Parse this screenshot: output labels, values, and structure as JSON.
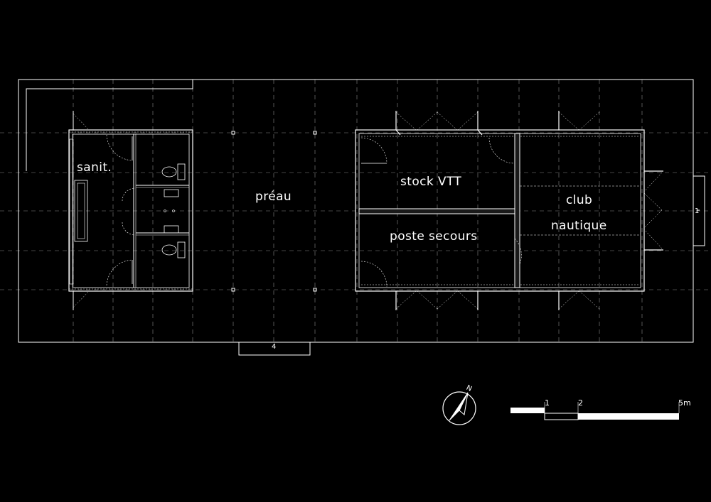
{
  "rooms": {
    "sanitaires": "sanit.",
    "preau": "préau",
    "stock": "stock VTT",
    "poste": "poste secours",
    "club_line1": "club",
    "club_line2": "nautique"
  },
  "north_label": "N",
  "markers": {
    "bottom": "4",
    "right": "1"
  },
  "scale_bar": {
    "tick_1": "1",
    "tick_2": "2",
    "tick_end": "5m"
  },
  "colors": {
    "background": "#000000",
    "lines": "#ffffff",
    "grid": "#8a8a8a"
  }
}
